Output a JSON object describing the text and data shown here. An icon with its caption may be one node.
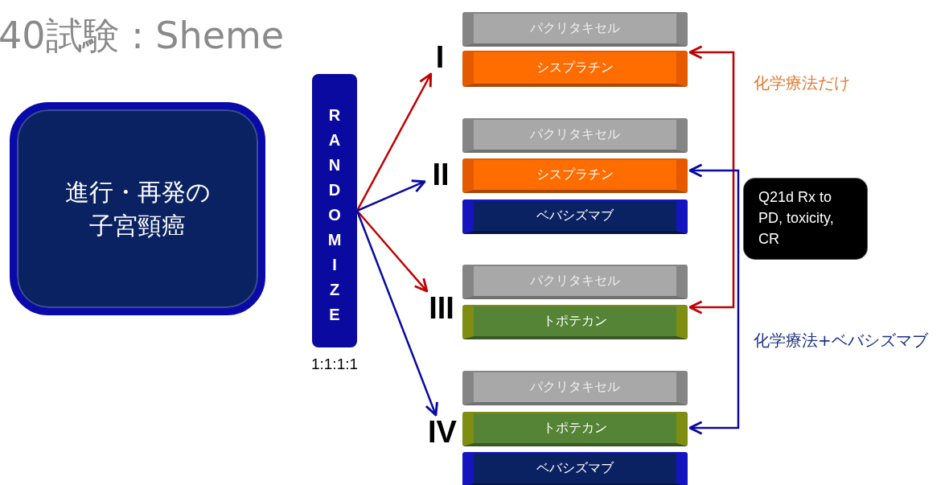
{
  "diagram": {
    "title": "40試験 : Sheme",
    "nodes": [
      {
        "text": [
          "進行・再発の子宮頸癌"
        ]
      },
      {
        "text": [
          "RANDOMIZE"
        ],
        "beside": [
          "1:1:1:1"
        ]
      },
      {
        "text": [
          "I"
        ]
      },
      {
        "text": [
          "II"
        ]
      },
      {
        "text": [
          "III"
        ]
      },
      {
        "text": [
          "IV"
        ]
      },
      {
        "text": [
          "パクリタキセル"
        ]
      },
      {
        "text": [
          "シスプラチン"
        ]
      },
      {
        "text": [
          "パクリタキセル"
        ]
      },
      {
        "text": [
          "シスプラチン"
        ]
      },
      {
        "text": [
          "ベバシズマブ"
        ]
      },
      {
        "text": [
          "パクリタキセル"
        ]
      },
      {
        "text": [
          "トポテカン"
        ]
      },
      {
        "text": [
          "パクリタキセル"
        ]
      },
      {
        "text": [
          "トポテカン"
        ]
      },
      {
        "text": [
          "ベバシズマブ"
        ]
      },
      {
        "text": [
          "Q21d Rx to PD, toxicity, CR"
        ]
      }
    ],
    "edges": [
      {
        "from": 1,
        "to": 2,
        "arrow": "to",
        "color": "#c00000"
      },
      {
        "from": 1,
        "to": 3,
        "arrow": "to",
        "color": "#0a0aa0"
      },
      {
        "from": 1,
        "to": 4,
        "arrow": "to",
        "color": "#c00000"
      },
      {
        "from": 1,
        "to": 5,
        "arrow": "to",
        "color": "#0a0aa0"
      },
      {
        "from": 7,
        "to": 12,
        "arrow": "both",
        "color": "#c00000"
      },
      {
        "from": 9,
        "to": 14,
        "arrow": "both",
        "color": "#0a0aa0"
      }
    ],
    "labels": [
      "化学療法だけ",
      "化学療法+ベバシズマブ"
    ]
  }
}
